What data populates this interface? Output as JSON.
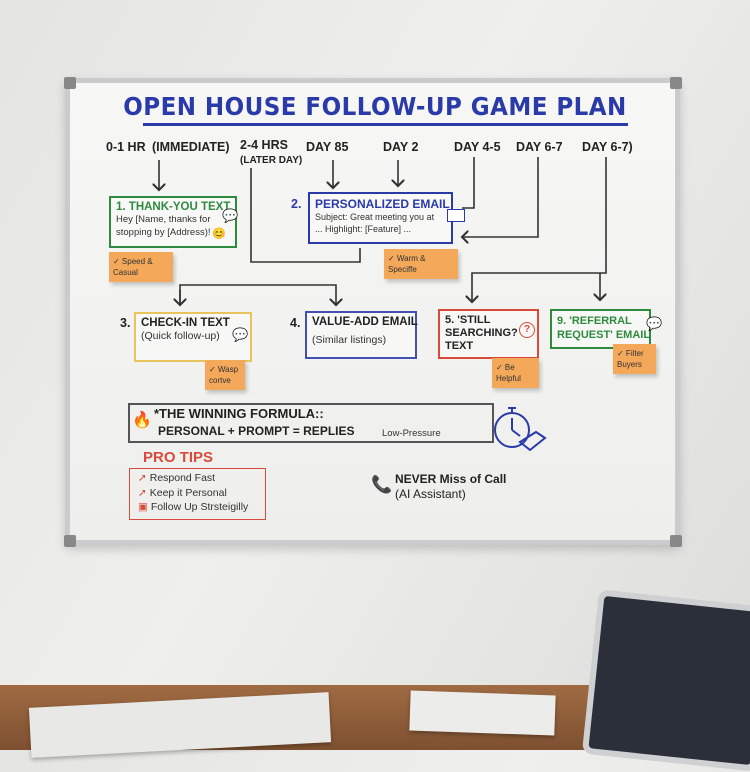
{
  "title": "OPEN HOUSE FOLLOW-UP GAME PLAN",
  "timeline": [
    {
      "label": "0-1 HR"
    },
    {
      "label": "(IMMEDIATE)"
    },
    {
      "label": "2-4 HRS",
      "sub": "(LATER DAY)"
    },
    {
      "label": "DAY 85"
    },
    {
      "label": "DAY 2"
    },
    {
      "label": "DAY 4-5"
    },
    {
      "label": "DAY 6-7"
    },
    {
      "label": "DAY 6-7)"
    }
  ],
  "steps": [
    {
      "num": "1.",
      "title": "THANK-YOU TEXT",
      "body": [
        "Hey [Name, thanks for",
        "stopping by [Address)!"
      ],
      "note": "✓ Speed & Casual",
      "color": "#2e8b3e",
      "icon": "speech-bubble-icon"
    },
    {
      "num": "2.",
      "title": "PERSONALIZED EMAIL",
      "body": [
        "Subject: Great meeting you at",
        "... Highlight: [Feature] ..."
      ],
      "note": "✓ Warm & Speciffe",
      "color": "#2a3aa8",
      "icon": "envelope-icon"
    },
    {
      "num": "3.",
      "title": "CHECK-IN TEXT",
      "body": [
        "(Quick follow-up)"
      ],
      "note": "✓ Wasp cortve",
      "color": "#e8c45a",
      "icon": "speech-bubble-icon"
    },
    {
      "num": "4.",
      "title": "VALUE-ADD EMAIL",
      "body": [
        "(Similar listings)"
      ],
      "color": "#4450b0"
    },
    {
      "num": "5.",
      "title": [
        "'STILL",
        "SEARCHING?",
        "TEXT"
      ],
      "note": "✓ Be Helpful",
      "color": "#d94a3a",
      "icon": "question-icon"
    },
    {
      "num": "9.",
      "title": [
        "'REFERRAL",
        "REQUEST' EMAIL"
      ],
      "note": "✓ Filter Buyers",
      "color": "#2e8b3e",
      "icon": "speech-bubble-icon"
    }
  ],
  "formula": {
    "line1": "*THE WINNING FORMULA::",
    "line2": "PERSONAL + PROMPT = REPLIES",
    "tag": "Low-Pressure"
  },
  "pro_tips": {
    "title": "PRO TIPS",
    "items": [
      "Respond Fast",
      "Keep it Personal",
      "Follow Up Strsteigilly"
    ]
  },
  "call": {
    "line1": "NEVER Miss of Call",
    "line2": "(AI Assistant)"
  },
  "colors": {
    "blue": "#2a3aa8",
    "green": "#2e8b3e",
    "red": "#d94a3a",
    "sticky": "#f3a85a"
  }
}
